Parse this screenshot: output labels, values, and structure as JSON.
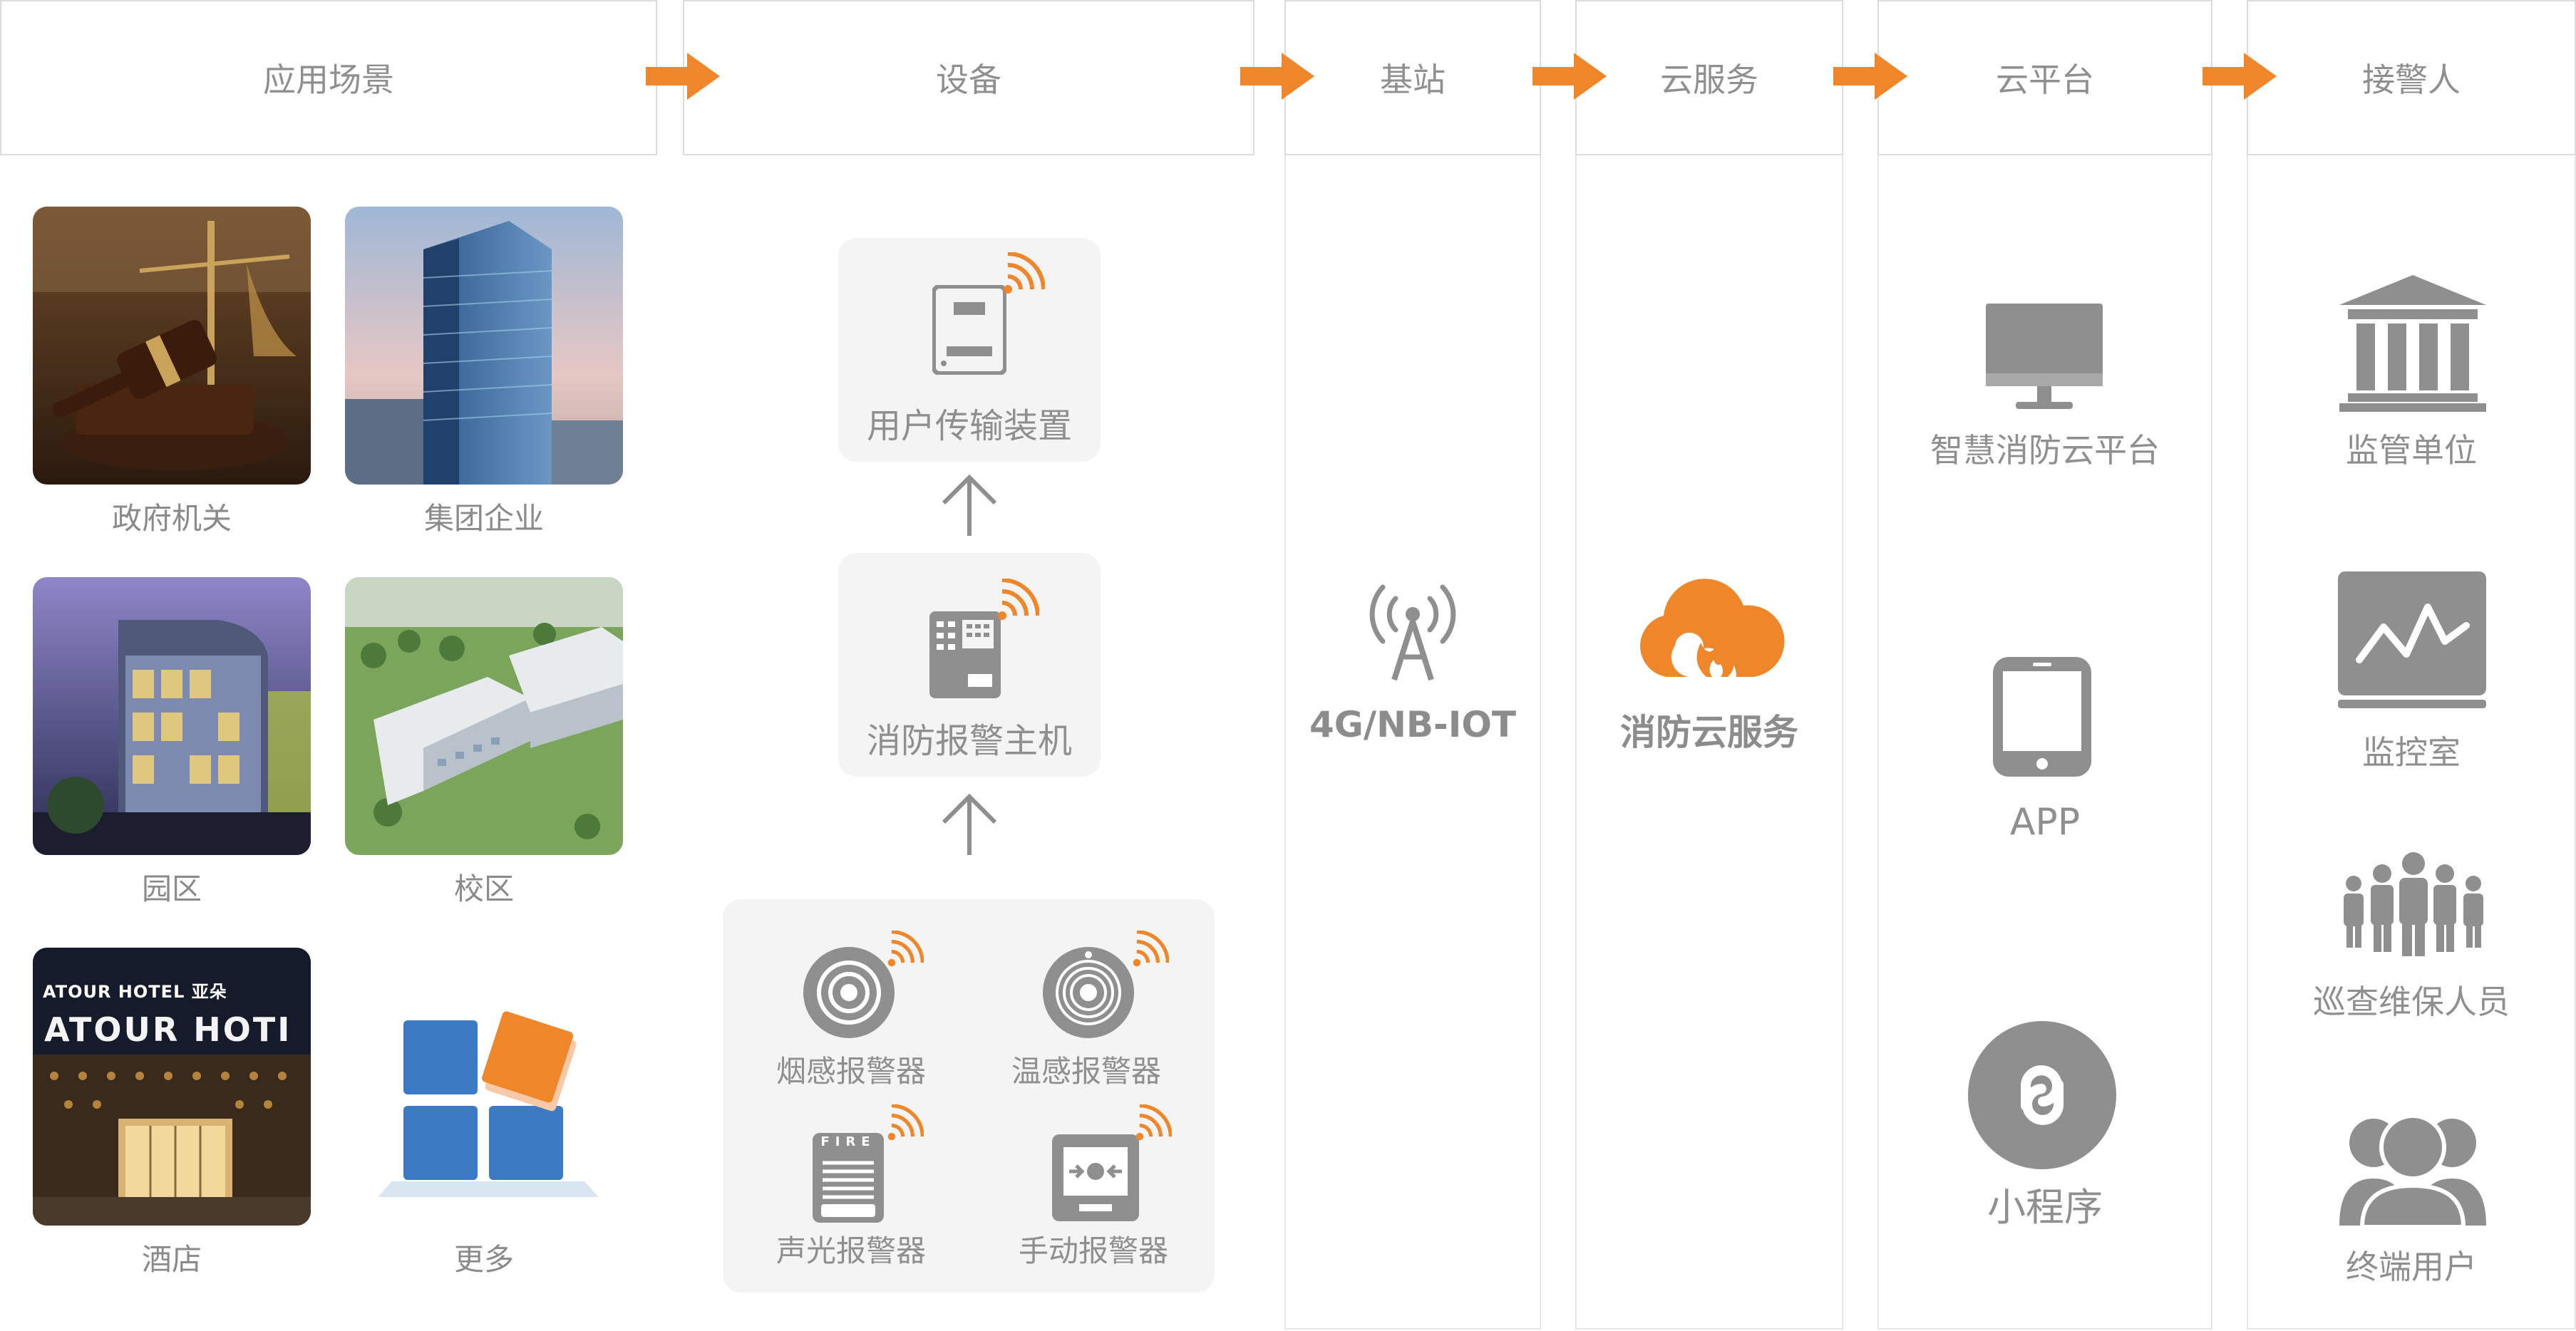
{
  "columns": {
    "scenes": "应用场景",
    "devices": "设备",
    "base": "基站",
    "cloud_service": "云服务",
    "cloud_platform": "云平台",
    "receivers": "接警人"
  },
  "scenes": {
    "government": "政府机关",
    "enterprise": "集团企业",
    "park": "园区",
    "campus": "校区",
    "hotel": "酒店",
    "more": "更多",
    "hotel_sign_small": "ATOUR HOTEL 亚朵",
    "hotel_sign_big": "ATOUR HOTI"
  },
  "devices": {
    "transmission": "用户传输装置",
    "host": "消防报警主机",
    "smoke": "烟感报警器",
    "temperature": "温感报警器",
    "sound_light": "声光报警器",
    "manual": "手动报警器",
    "fire_tag": "FIRE"
  },
  "base_station": {
    "label": "4G/NB-IOT"
  },
  "cloud_service": {
    "label": "消防云服务"
  },
  "cloud_platform": {
    "smart": "智慧消防云平台",
    "app": "APP",
    "mini": "小程序"
  },
  "receivers": {
    "regulator": "监管单位",
    "control_room": "监控室",
    "patrol": "巡查维保人员",
    "end_user": "终端用户"
  },
  "colors": {
    "accent_orange": "#f0862a",
    "icon_gray": "#8f8f8f",
    "tile_blue": "#3c7ac4"
  }
}
